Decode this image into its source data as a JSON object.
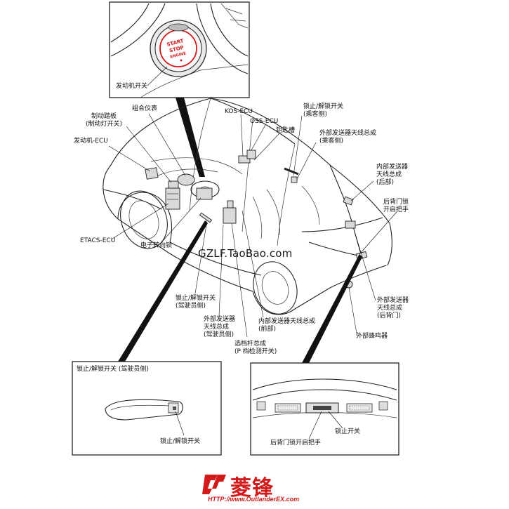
{
  "start_button": {
    "line1": "START",
    "line2": "STOP",
    "line3": "ENGINE"
  },
  "labels": {
    "engine_switch": "发动机开关",
    "brake_pedal": [
      "制动踏板",
      "(制动灯开关)"
    ],
    "instrument_cluster": "组合仪表",
    "engine_ecu": "发动机-ECU",
    "kos_ecu": "KOS-ECU",
    "oss_ecu": "OSS-ECU",
    "key_slot": "钥匙槽",
    "lock_switch_passenger": [
      "锁止/解锁开关",
      "(乘客侧)"
    ],
    "antenna_passenger": [
      "外部发送器天线总成",
      "(乘客侧)"
    ],
    "antenna_internal_rear": [
      "内部发送器",
      "天线总成",
      "(后部)"
    ],
    "tailgate_handle": [
      "后背门锁",
      "开启把手"
    ],
    "etacs_ecu": "ETACS-ECU",
    "steering_lock": "电子转向锁",
    "lock_switch_driver": [
      "锁止/解锁开关",
      "(驾驶员侧)"
    ],
    "antenna_driver": [
      "外部发送器",
      "天线总成",
      "(驾驶员侧)"
    ],
    "antenna_internal_front": [
      "内部发送器天线总成",
      "(前部)"
    ],
    "selector": [
      "选档杆总成",
      "(P 档检测开关)"
    ],
    "antenna_tailgate": [
      "外部发送器",
      "天线总成",
      "(后背门)"
    ],
    "buzzer": "外部蜂鸣器",
    "inset_driver_title": "锁止/解锁开关 (驾驶员侧)",
    "inset_driver_switch": "锁止/解锁开关",
    "inset_rear_switch": "锁止开关",
    "inset_rear_handle": "后背门锁开启把手"
  },
  "watermark": "GZLF.TaoBao.com",
  "logo": {
    "text": "菱锋",
    "url": "HTTP://www.OutlanderEX.com"
  },
  "colors": {
    "accent": "#d21a1a",
    "line": "#222222"
  }
}
